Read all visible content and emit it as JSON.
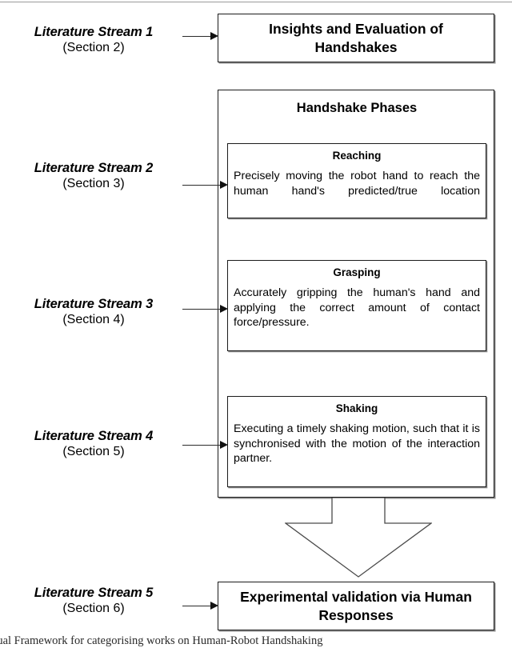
{
  "figure": {
    "caption": "Conceptual Framework for categorising works on Human-Robot Handshaking"
  },
  "streams": [
    {
      "title": "Literature Stream 1",
      "section": "(Section 2)"
    },
    {
      "title": "Literature Stream 2",
      "section": "(Section 3)"
    },
    {
      "title": "Literature Stream 3",
      "section": "(Section 4)"
    },
    {
      "title": "Literature Stream 4",
      "section": "(Section 5)"
    },
    {
      "title": "Literature Stream 5",
      "section": "(Section 6)"
    }
  ],
  "boxes": {
    "insights": {
      "title": "Insights and Evaluation of Handshakes"
    },
    "phases": {
      "heading": "Handshake Phases",
      "items": [
        {
          "title": "Reaching",
          "body": "Precisely moving the robot hand to reach the human hand's predicted/true location"
        },
        {
          "title": "Grasping",
          "body": "Accurately gripping the human's hand and applying the correct amount of contact force/pressure."
        },
        {
          "title": "Shaking",
          "body": "Executing a timely shaking motion, such that it is synchronised with the motion of the interaction partner."
        }
      ]
    },
    "validation": {
      "title": "Experimental validation via Human Responses"
    }
  },
  "colors": {
    "stroke": "#1b1b1b",
    "shadow": "#8a8a8a",
    "background": "#ffffff",
    "arrow": "#111111"
  }
}
